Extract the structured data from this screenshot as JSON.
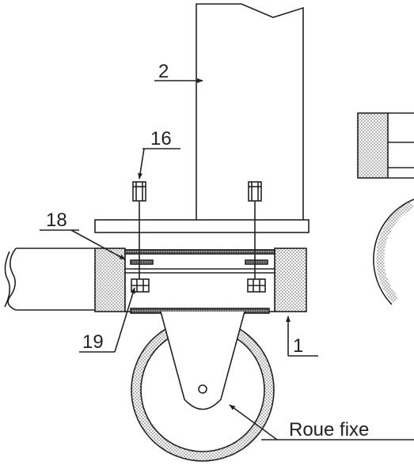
{
  "labels": {
    "post": "2",
    "bolt": "16",
    "washer": "18",
    "nut": "19",
    "frame": "1",
    "wheel": "Roue fixe"
  },
  "colors": {
    "ink": "#222222",
    "background": "#ffffff"
  }
}
